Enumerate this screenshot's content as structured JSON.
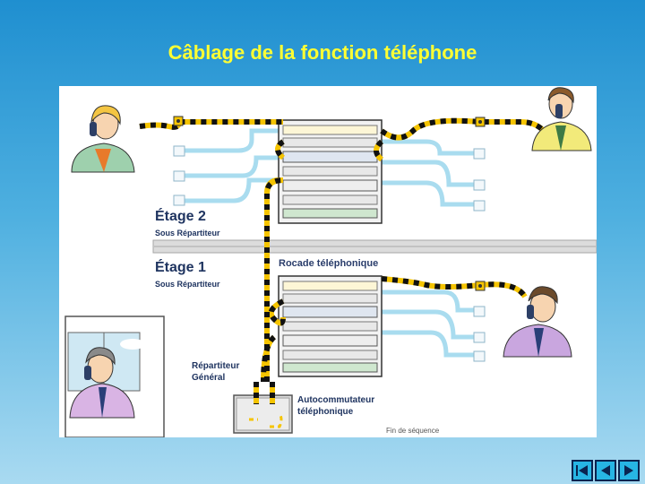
{
  "title": "Câblage de la fonction téléphone",
  "labels": {
    "floor2": "Étage 2",
    "floor2_sub": "Sous Répartiteur",
    "floor1": "Étage 1",
    "floor1_sub": "Sous Répartiteur",
    "rocade": "Rocade téléphonique",
    "general_line1": "Répartiteur",
    "general_line2": "Général",
    "pabx_line1": "Autocommutateur",
    "pabx_line2": "téléphonique",
    "end": "Fin de séquence"
  },
  "nav": {
    "first_icon": "first-arrow-icon",
    "prev_icon": "previous-arrow-icon",
    "next_icon": "next-arrow-icon"
  },
  "colors": {
    "title": "#ffff33",
    "cable_yellow": "#f5c400",
    "cable_black": "#111111",
    "horizontal_cable": "#a9dcef",
    "label": "#1f3460"
  }
}
